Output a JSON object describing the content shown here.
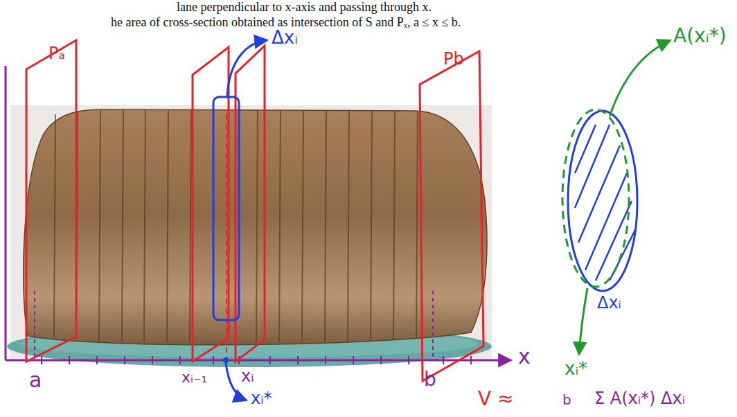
{
  "diagram": {
    "labels": [
      "lane perpendicular to x-axis and passing through x.",
      "he area of cross-section obtained as intersection of S and Pₓ, a ≤ x ≤ b.",
      "Pₐ",
      "Δxᵢ",
      "Pb",
      "A(xᵢ*)",
      "Δxᵢ",
      "a",
      "xᵢ₋₁",
      "xᵢ",
      "xᵢ*",
      "b",
      "x",
      "xᵢ*",
      "V ≈",
      "b",
      "Σ A(xᵢ*) Δxᵢ"
    ]
  }
}
